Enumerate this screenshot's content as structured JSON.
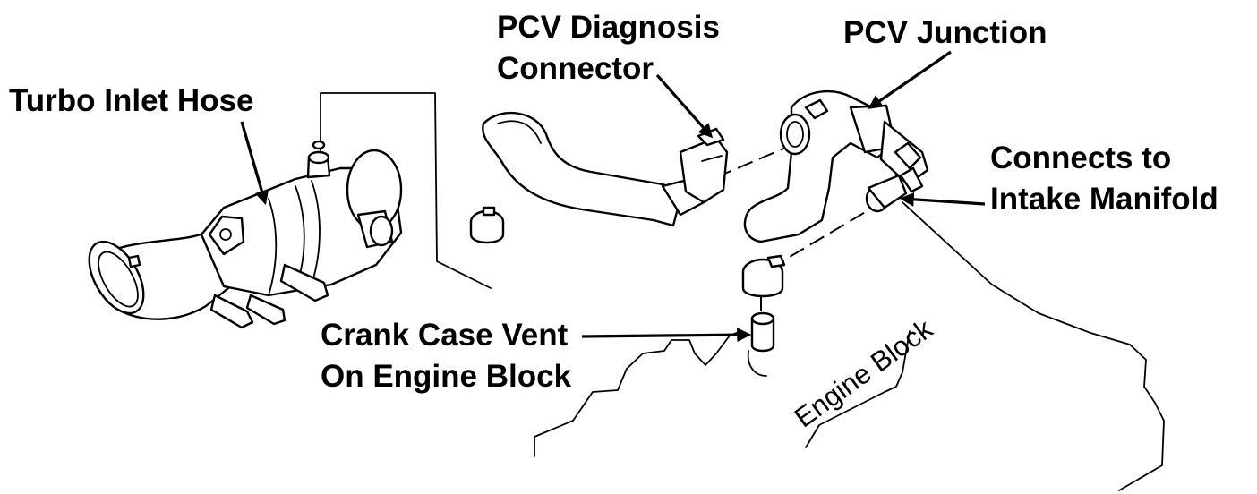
{
  "labels": {
    "pcv_diagnosis_connector": [
      "PCV Diagnosis",
      "Connector"
    ],
    "pcv_junction": "PCV Junction",
    "turbo_inlet_hose": "Turbo Inlet Hose",
    "intake_manifold": [
      "Connects to",
      "Intake Manifold"
    ],
    "crank_case_vent": [
      "Crank Case Vent",
      "On Engine Block"
    ],
    "engine_block": "Engine Block"
  },
  "colors": {
    "ink": "#000000",
    "background": "#ffffff"
  }
}
